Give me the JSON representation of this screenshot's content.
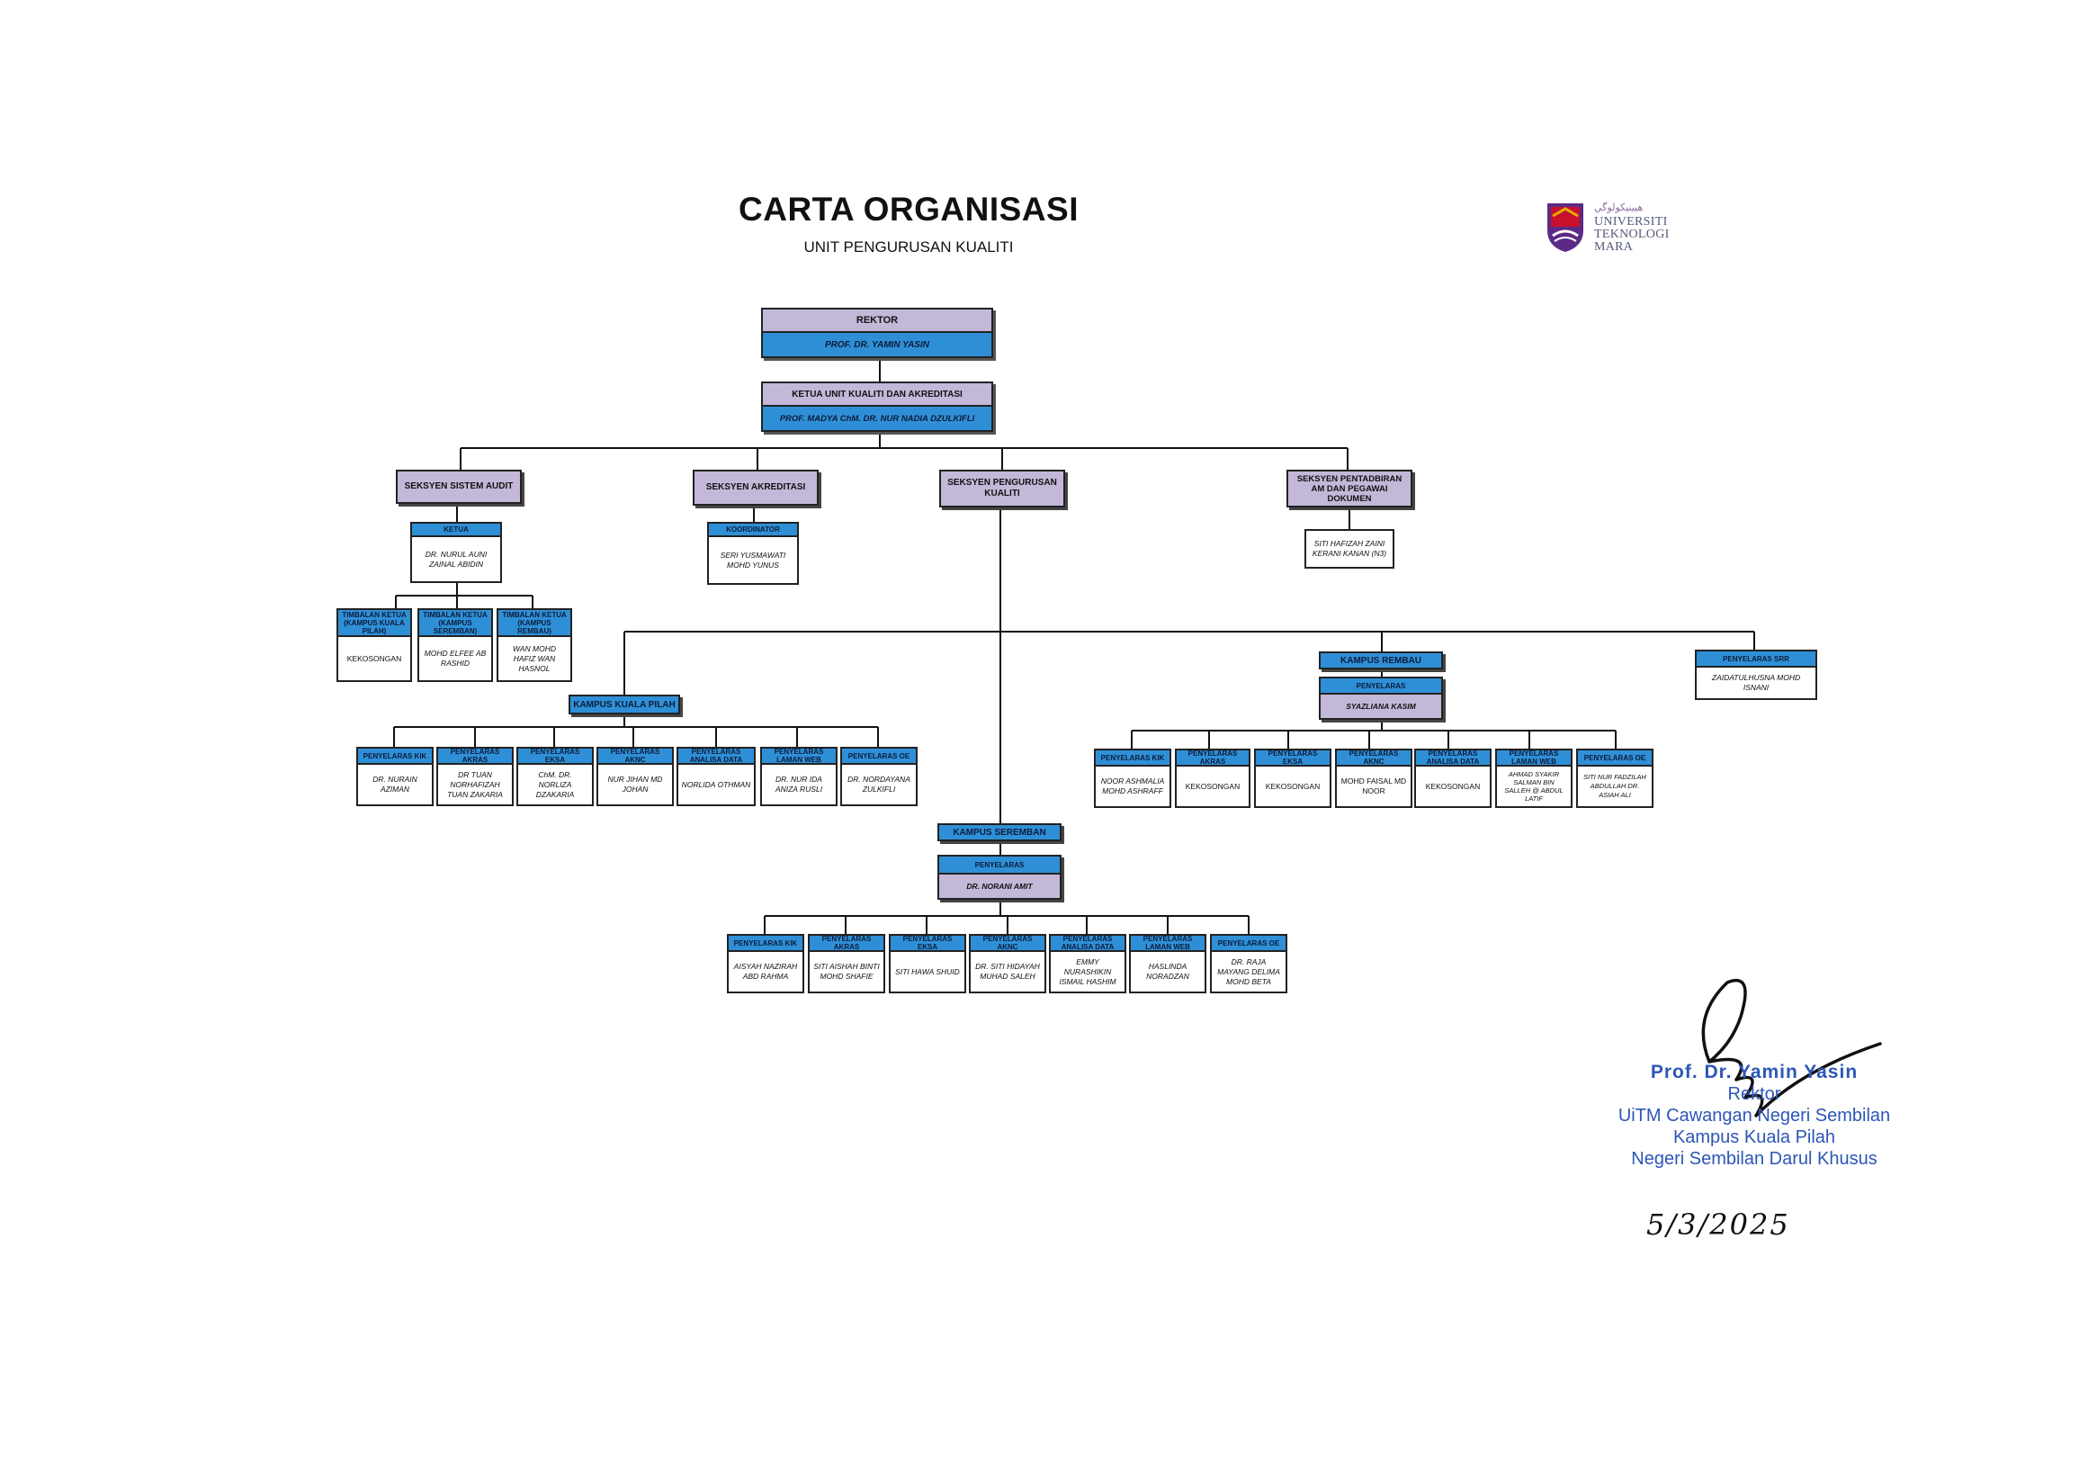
{
  "header": {
    "title": "CARTA ORGANISASI",
    "subtitle": "UNIT PENGURUSAN KUALITI"
  },
  "logo": {
    "lines": [
      "UNIVERSITI",
      "TEKNOLOGI",
      "MARA"
    ],
    "colors": {
      "seal_red": "#c8102e",
      "seal_purple": "#5b2a86",
      "seal_gold": "#e0b000"
    }
  },
  "colors": {
    "lavender": "#c3b8d8",
    "blue": "#2f8fd6",
    "line": "#111111",
    "signature_ink": "#2d56b8"
  },
  "top": {
    "rektor": {
      "title": "REKTOR",
      "name": "PROF. DR. YAMIN YASIN"
    },
    "ketua": {
      "title": "KETUA UNIT KUALITI DAN AKREDITASI",
      "name": "PROF. MADYA ChM. DR. NUR NADIA DZULKIFLI"
    }
  },
  "sections": {
    "audit": "SEKSYEN SISTEM AUDIT",
    "akreditasi": "SEKSYEN AKREDITASI",
    "pengurusan": "SEKSYEN PENGURUSAN KUALITI",
    "pentadbiran": "SEKSYEN PENTADBIRAN AM DAN PEGAWAI DOKUMEN"
  },
  "audit": {
    "ketua": {
      "role": "KETUA",
      "name": "DR. NURUL AUNI ZAINAL ABIDIN"
    },
    "timbalan": [
      {
        "role": "TIMBALAN KETUA (KAMPUS KUALA PILAH)",
        "name": "KEKOSONGAN"
      },
      {
        "role": "TIMBALAN KETUA (KAMPUS SEREMBAN)",
        "name": "MOHD ELFEE AB RASHID"
      },
      {
        "role": "TIMBALAN KETUA (KAMPUS REMBAU)",
        "name": "WAN MOHD HAFIZ WAN HASNOL"
      }
    ]
  },
  "akreditasi": {
    "role": "KOORDINATOR",
    "name": "SERI YUSMAWATI MOHD YUNUS"
  },
  "pentadbiran": {
    "name": "SITI HAFIZAH ZAINI KERANI KANAN (N3)"
  },
  "kuala_pilah": {
    "label": "KAMPUS KUALA PILAH",
    "coordinators": [
      {
        "role": "PENYELARAS KIK",
        "name": "DR. NURAIN AZIMAN"
      },
      {
        "role": "PENYELARAS AKRAS",
        "name": "DR TUAN NORHAFIZAH TUAN ZAKARIA"
      },
      {
        "role": "PENYELARAS EKSA",
        "name": "ChM. DR. NORLIZA DZAKARIA"
      },
      {
        "role": "PENYELARAS AKNC",
        "name": "NUR JIHAN MD JOHAN"
      },
      {
        "role": "PENYELARAS ANALISA DATA",
        "name": "NORLIDA OTHMAN"
      },
      {
        "role": "PENYELARAS LAMAN WEB",
        "name": "DR. NUR IDA ANIZA RUSLI"
      },
      {
        "role": "PENYELARAS OE",
        "name": "DR. NORDAYANA ZULKIFLI"
      }
    ]
  },
  "rembau": {
    "label": "KAMPUS REMBAU",
    "penyelaras": {
      "role": "PENYELARAS",
      "name": "SYAZLIANA KASIM"
    },
    "coordinators": [
      {
        "role": "PENYELARAS KIK",
        "name": "NOOR ASHMALIA MOHD ASHRAFF"
      },
      {
        "role": "PENYELARAS AKRAS",
        "name": "KEKOSONGAN"
      },
      {
        "role": "PENYELARAS EKSA",
        "name": "KEKOSONGAN"
      },
      {
        "role": "PENYELARAS AKNC",
        "name": "MOHD FAISAL MD NOOR"
      },
      {
        "role": "PENYELARAS ANALISA DATA",
        "name": "KEKOSONGAN"
      },
      {
        "role": "PENYELARAS LAMAN WEB",
        "name": "AHMAD SYAKIR SALMAN BIN SALLEH @ ABDUL LATIF"
      },
      {
        "role": "PENYELARAS OE",
        "name": "SITI NUR FADZILAH ABDULLAH DR. ASIAH ALI"
      }
    ]
  },
  "srr": {
    "role": "PENYELARAS SRR",
    "name": "ZAIDATULHUSNA MOHD ISNANI"
  },
  "seremban": {
    "label": "KAMPUS SEREMBAN",
    "penyelaras": {
      "role": "PENYELARAS",
      "name": "DR. NORANI AMIT"
    },
    "coordinators": [
      {
        "role": "PENYELARAS KIK",
        "name": "AISYAH NAZIRAH ABD RAHMA"
      },
      {
        "role": "PENYELARAS AKRAS",
        "name": "SITI AISHAH BINTI MOHD SHAFIE"
      },
      {
        "role": "PENYELARAS EKSA",
        "name": "SITI HAWA SHUID"
      },
      {
        "role": "PENYELARAS AKNC",
        "name": "DR. SITI HIDAYAH MUHAD SALEH"
      },
      {
        "role": "PENYELARAS ANALISA DATA",
        "name": "EMMY NURASHIKIN ISMAIL HASHIM"
      },
      {
        "role": "PENYELARAS LAMAN WEB",
        "name": "HASLINDA NORADZAN"
      },
      {
        "role": "PENYELARAS OE",
        "name": "DR. RAJA MAYANG DELIMA MOHD BETA"
      }
    ]
  },
  "signature": {
    "name": "Prof. Dr. Yamin Yasin",
    "title": "Rektor",
    "line1": "UiTM Cawangan Negeri Sembilan",
    "line2": "Kampus Kuala Pilah",
    "line3": "Negeri Sembilan Darul Khusus",
    "date": "5/3/2025"
  }
}
